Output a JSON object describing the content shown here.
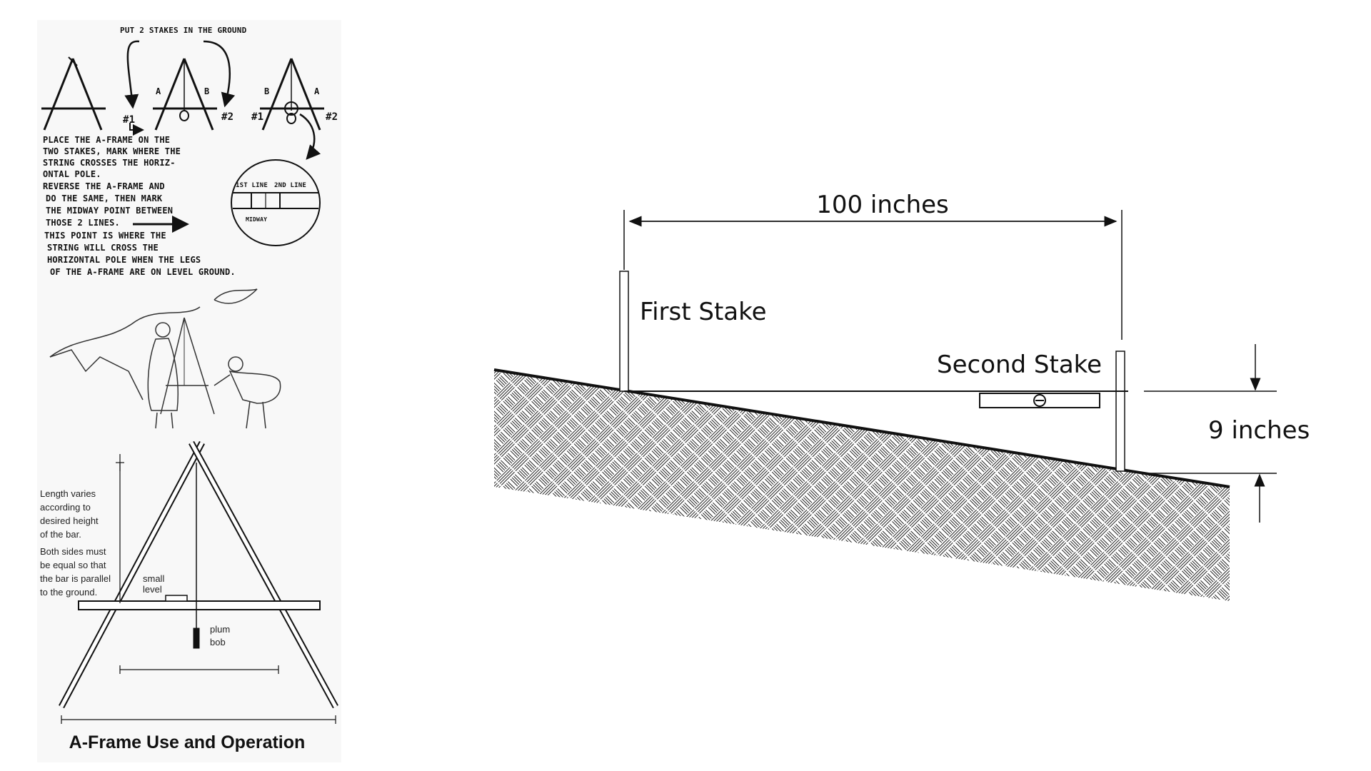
{
  "left_panel": {
    "top_instruction": "Put 2 stakes in the ground",
    "labels": {
      "stake1": "#1",
      "stake2": "#2",
      "mark_a": "A",
      "mark_b": "B",
      "first_line": "1st line",
      "second_line": "2nd line",
      "midway": "midway"
    },
    "instructions": [
      "Place the A-frame on the",
      "two stakes, mark where the",
      "string crosses the horiz-",
      "ontal pole.",
      "Reverse the A-frame and",
      "do the same, then mark",
      "the midway point between",
      "those 2 lines.",
      "This point is where the",
      "string will cross the",
      "horizontal pole when the legs",
      "of the A-frame are on level ground."
    ],
    "frame_notes": [
      "Length varies",
      "according to",
      "desired height",
      "of the bar.",
      "Both sides must",
      "be equal so that",
      "the bar is parallel",
      "to the ground."
    ],
    "small_level": [
      "small",
      "level"
    ],
    "plum_bob": [
      "plum",
      "bob"
    ],
    "caption": "A-Frame Use and Operation"
  },
  "right_panel": {
    "horizontal_dimension": "100 inches",
    "vertical_dimension": "9 inches",
    "first_stake": "First Stake",
    "second_stake": "Second Stake"
  }
}
